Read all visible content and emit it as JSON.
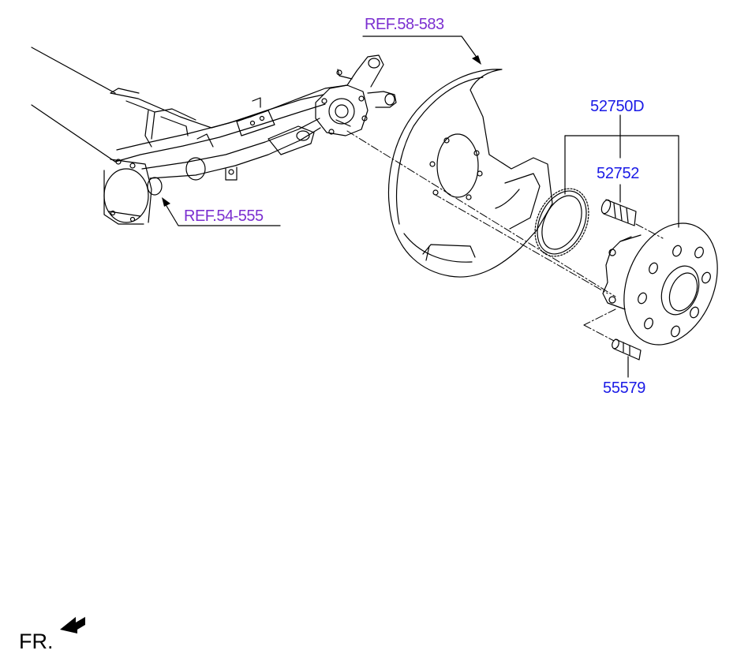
{
  "refs": {
    "shield": "REF.58-583",
    "axle": "REF.54-555"
  },
  "parts": {
    "hub_assembly": "52750D",
    "hub_bolt": "52752",
    "screw": "55579"
  },
  "orientation": {
    "label": "FR."
  },
  "colors": {
    "ref_text": "#7b2fd0",
    "part_text": "#1a1ae6",
    "line": "#000000"
  }
}
